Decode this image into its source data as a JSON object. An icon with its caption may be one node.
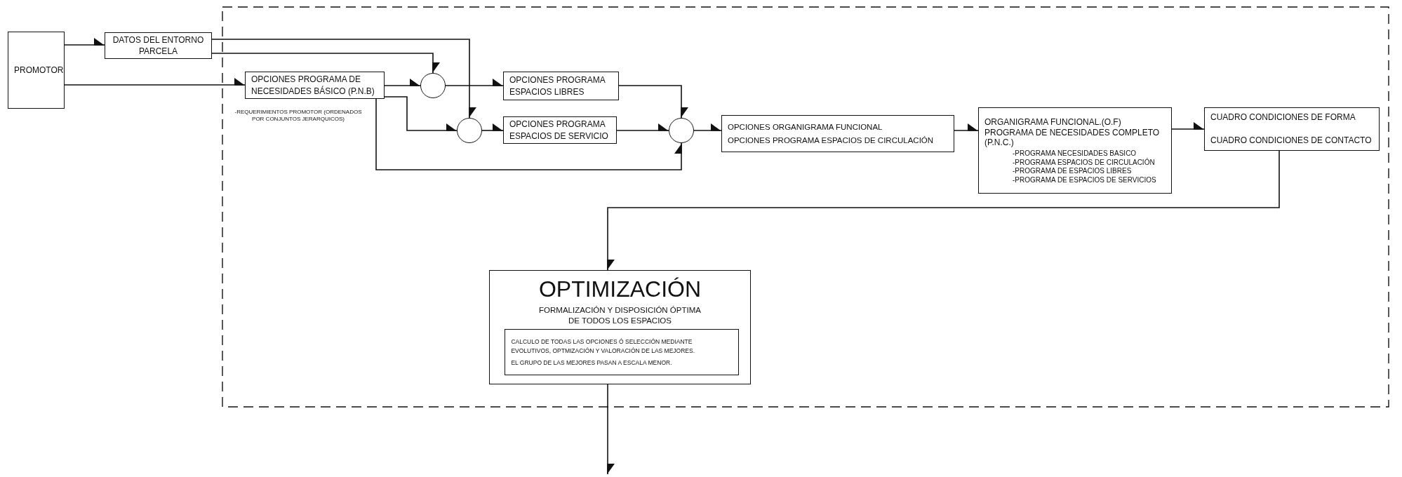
{
  "diagram": {
    "nodes": [
      {
        "text": [
          "PROMOTOR"
        ]
      },
      {
        "text": [
          "DATOS DEL ENTORNO PARCELA"
        ]
      },
      {
        "text": [
          "OPCIONES PROGRAMA DE NECESIDADES BÁSICO (P.N.B)"
        ],
        "beside": [
          "-REQUERIMIENTOS PROMOTOR (ORDENADOS POR CONJUNTOS JERARQUICOS)"
        ]
      },
      {
        "text": [],
        "shape": "circle"
      },
      {
        "text": [
          "OPCIONES PROGRAMA ESPACIOS LIBRES"
        ]
      },
      {
        "text": [],
        "shape": "circle"
      },
      {
        "text": [
          "OPCIONES PROGRAMA ESPACIOS DE SERVICIO"
        ]
      },
      {
        "text": [],
        "shape": "circle"
      },
      {
        "text": [
          "OPCIONES ORGANIGRAMA FUNCIONAL",
          "OPCIONES PROGRAMA ESPACIOS DE CIRCULACIÓN"
        ]
      },
      {
        "text": [
          "ORGANIGRAMA FUNCIONAL.(O.F)",
          "PROGRAMA DE NECESIDADES COMPLETO (P.N.C.)",
          "-PROGRAMA NECESIDADES BASICO",
          "-PROGRAMA ESPACIOS DE CIRCULACIÓN",
          "-PROGRAMA DE ESPACIOS LIBRES",
          "-PROGRAMA DE ESPACIOS DE SERVICIOS"
        ]
      },
      {
        "text": [
          "CUADRO CONDICIONES DE FORMA",
          "CUADRO CONDICIONES DE CONTACTO"
        ]
      },
      {
        "text": [
          "OPTIMIZACIÓN",
          "FORMALIZACIÓN Y DISPOSICIÓN ÓPTIMA DE TODOS LOS ESPACIOS"
        ]
      },
      {
        "text": [
          "CALCULO DE TODAS LAS OPCIONES Ó SELECCIÓN MEDIANTE EVOLUTIVOS, OPTMIZACIÓN Y VALORACIÓN DE LAS MEJORES.",
          "EL GRUPO DE LAS MEJORES PASAN A ESCALA MENOR."
        ],
        "in": 11
      }
    ],
    "edges": [
      {
        "from": 0,
        "to": 1,
        "arrow": "to"
      },
      {
        "from": 0,
        "to": 2,
        "arrow": "to"
      },
      {
        "from": 1,
        "to": 5,
        "arrow": "to"
      },
      {
        "from": 1,
        "to": 3,
        "arrow": "to"
      },
      {
        "from": 2,
        "to": 3,
        "arrow": "to"
      },
      {
        "from": 2,
        "to": 5,
        "arrow": "to"
      },
      {
        "from": 2,
        "to": 7,
        "arrow": "to"
      },
      {
        "from": 3,
        "to": 4,
        "arrow": "to"
      },
      {
        "from": 5,
        "to": 6,
        "arrow": "to"
      },
      {
        "from": 4,
        "to": 7,
        "arrow": "to"
      },
      {
        "from": 6,
        "to": 7,
        "arrow": "to"
      },
      {
        "from": 7,
        "to": 8,
        "arrow": "to"
      },
      {
        "from": 8,
        "to": 9,
        "arrow": "to"
      },
      {
        "from": 9,
        "to": 10,
        "arrow": "to"
      },
      {
        "from": 10,
        "to": 11,
        "arrow": "to"
      },
      {
        "from": 11,
        "to": null,
        "arrow": "to"
      }
    ]
  }
}
